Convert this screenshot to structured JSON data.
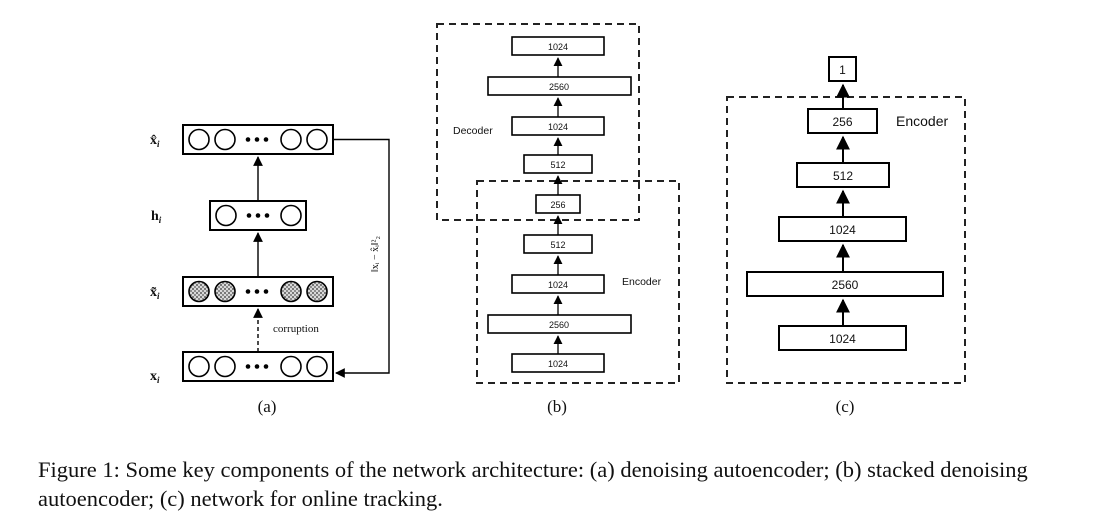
{
  "figure": {
    "panel_a": {
      "row_labels": [
        "x̂",
        "h",
        "x̃",
        "x"
      ],
      "row_subscript": "i",
      "loss_label": "‖xᵢ − x̂ᵢ‖²₂",
      "corruption_label": "corruption",
      "panel_label": "(a)"
    },
    "panel_b": {
      "layers": [
        "1024",
        "2560",
        "1024",
        "512",
        "256",
        "512",
        "1024",
        "2560",
        "1024"
      ],
      "decoder_label": "Decoder",
      "encoder_label": "Encoder",
      "panel_label": "(b)"
    },
    "panel_c": {
      "output_label": "1",
      "layers": [
        "256",
        "512",
        "1024",
        "2560",
        "1024"
      ],
      "encoder_label": "Encoder",
      "panel_label": "(c)"
    }
  },
  "caption": {
    "text": "Figure 1: Some key components of the network architecture: (a) denoising autoencoder; (b) stacked denoising autoencoder; (c) network for online tracking."
  }
}
